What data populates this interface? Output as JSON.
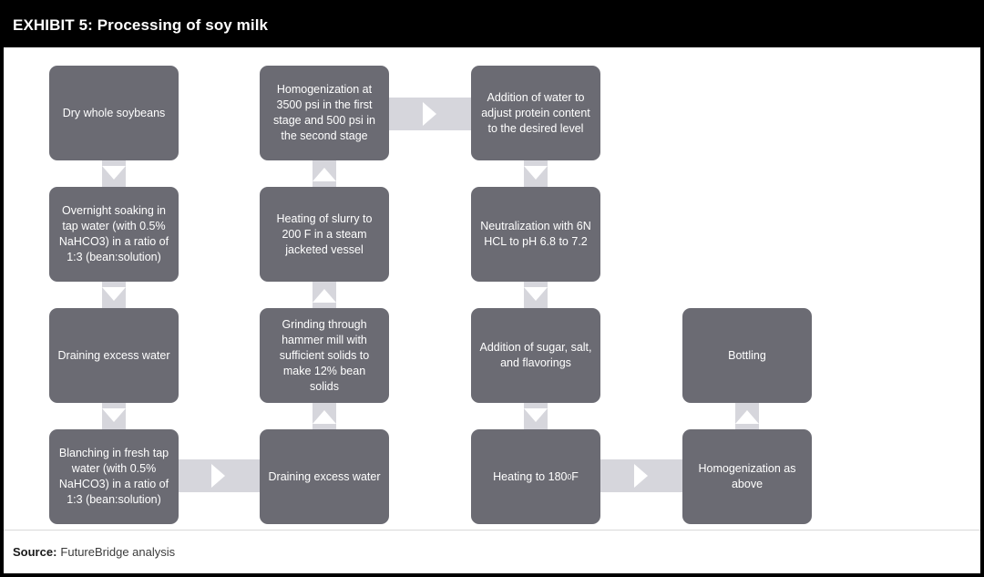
{
  "header": {
    "title": "EXHIBIT 5: Processing of soy milk"
  },
  "footer": {
    "source_label": "Source:",
    "source_value": "FutureBridge analysis"
  },
  "theme": {
    "title_bar_bg": "#000000",
    "title_text_color": "#ffffff",
    "node_fill": "#6b6b73",
    "node_text_color": "#ffffff",
    "connector_fill": "#d6d6dc",
    "arrow_fill": "#ffffff",
    "canvas_bg": "#ffffff",
    "frame_border": "#000000"
  },
  "diagram": {
    "type": "flowchart",
    "orientation": "serpentine-columns",
    "nodes": [
      {
        "id": "n1",
        "column": 1,
        "row": 1,
        "text": "Dry whole soybeans"
      },
      {
        "id": "n2",
        "column": 1,
        "row": 2,
        "text": "Overnight soaking in tap water (with 0.5% NaHCO3) in a ratio of 1:3 (bean:solution)"
      },
      {
        "id": "n3",
        "column": 1,
        "row": 3,
        "text": "Draining excess water"
      },
      {
        "id": "n4",
        "column": 1,
        "row": 4,
        "text": "Blanching in fresh tap water (with 0.5% NaHCO3) in a ratio of 1:3 (bean:solution)"
      },
      {
        "id": "n5",
        "column": 2,
        "row": 4,
        "text": "Draining excess water"
      },
      {
        "id": "n6",
        "column": 2,
        "row": 3,
        "text": "Grinding through hammer mill with sufficient solids to make 12% bean solids"
      },
      {
        "id": "n7",
        "column": 2,
        "row": 2,
        "text": "Heating of slurry to 200 F in a steam jacketed vessel"
      },
      {
        "id": "n8",
        "column": 2,
        "row": 1,
        "text": "Homogenization at 3500 psi in the first stage and 500 psi in the second stage"
      },
      {
        "id": "n9",
        "column": 3,
        "row": 1,
        "text": "Addition of water to adjust protein content to the desired level"
      },
      {
        "id": "n10",
        "column": 3,
        "row": 2,
        "text": "Neutralization with 6N HCL to pH 6.8 to 7.2"
      },
      {
        "id": "n11",
        "column": 3,
        "row": 3,
        "text": "Addition of sugar, salt, and flavorings"
      },
      {
        "id": "n12",
        "column": 3,
        "row": 4,
        "text_html": "Heating to 180<sup>0</sup>F",
        "text": "Heating to 1800F"
      },
      {
        "id": "n13",
        "column": 4,
        "row": 4,
        "text": "Homogenization as above"
      },
      {
        "id": "n14",
        "column": 4,
        "row": 3,
        "text": "Bottling"
      }
    ],
    "edges": [
      {
        "from": "n1",
        "to": "n2",
        "direction": "down"
      },
      {
        "from": "n2",
        "to": "n3",
        "direction": "down"
      },
      {
        "from": "n3",
        "to": "n4",
        "direction": "down"
      },
      {
        "from": "n4",
        "to": "n5",
        "direction": "right"
      },
      {
        "from": "n5",
        "to": "n6",
        "direction": "up"
      },
      {
        "from": "n6",
        "to": "n7",
        "direction": "up"
      },
      {
        "from": "n7",
        "to": "n8",
        "direction": "up"
      },
      {
        "from": "n8",
        "to": "n9",
        "direction": "right"
      },
      {
        "from": "n9",
        "to": "n10",
        "direction": "down"
      },
      {
        "from": "n10",
        "to": "n11",
        "direction": "down"
      },
      {
        "from": "n11",
        "to": "n12",
        "direction": "down"
      },
      {
        "from": "n12",
        "to": "n13",
        "direction": "right"
      },
      {
        "from": "n13",
        "to": "n14",
        "direction": "up"
      }
    ]
  }
}
